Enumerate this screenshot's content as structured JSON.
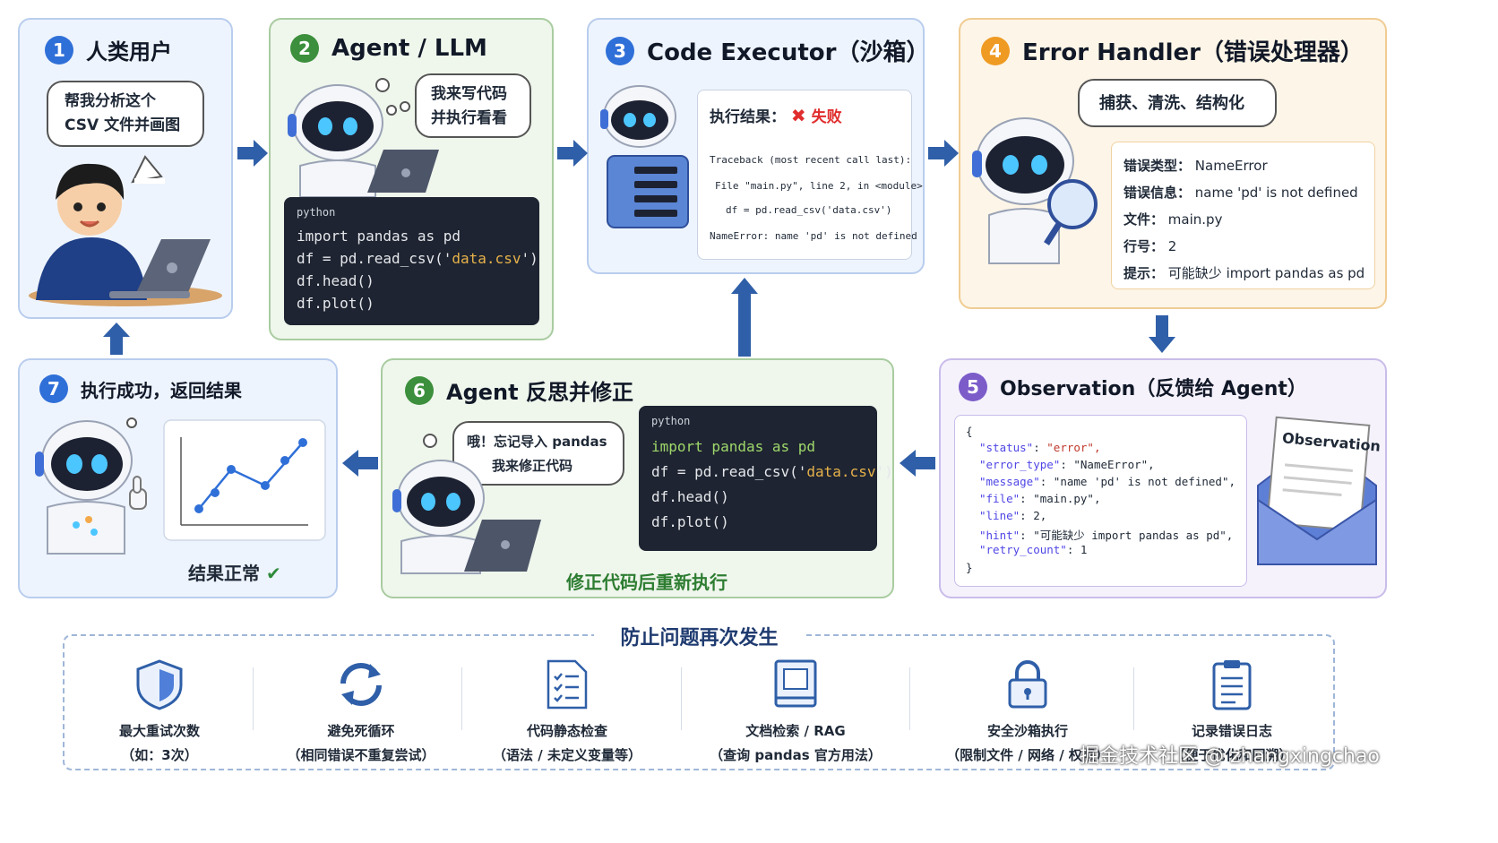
{
  "panels": {
    "p1": {
      "num": "1",
      "title": "人类用户",
      "bubble": [
        "帮我分析这个",
        "CSV 文件并画图"
      ]
    },
    "p2": {
      "num": "2",
      "title": "Agent / LLM",
      "bubble": [
        "我来写代码",
        "并执行看看"
      ],
      "code_lang": "python",
      "code": [
        "import pandas as pd",
        "df = pd.read_csv('data.csv')",
        "df.head()",
        "df.plot()"
      ]
    },
    "p3": {
      "num": "3",
      "title": "Code Executor（沙箱）",
      "result_label": "执行结果：",
      "result_icon": "cross-icon",
      "result_value": "失败",
      "traceback": [
        "Traceback (most recent call last):",
        "File \"main.py\", line 2, in <module>",
        "df = pd.read_csv('data.csv')",
        "NameError: name 'pd' is not defined"
      ]
    },
    "p4": {
      "num": "4",
      "title": "Error Handler（错误处理器）",
      "bubble": "捕获、清洗、结构化",
      "rows": [
        {
          "k": "错误类型：",
          "v": "NameError"
        },
        {
          "k": "错误信息：",
          "v": "name 'pd' is not defined"
        },
        {
          "k": "文件：",
          "v": "main.py"
        },
        {
          "k": "行号：",
          "v": "2"
        },
        {
          "k": "提示：",
          "v": "可能缺少 import pandas as pd"
        }
      ]
    },
    "p5": {
      "num": "5",
      "title": "Observation（反馈给 Agent）",
      "envelope_label": "Observation",
      "json_lines": [
        {
          "t": "{"
        },
        {
          "k": "\"status\"",
          "v": "\"error\","
        },
        {
          "k": "\"error_type\"",
          "v": "\"NameError\","
        },
        {
          "k": "\"message\"",
          "v": "\"name 'pd' is not defined\","
        },
        {
          "k": "\"file\"",
          "v": "\"main.py\","
        },
        {
          "k": "\"line\"",
          "v": "2,"
        },
        {
          "k": "\"hint\"",
          "v": "\"可能缺少 import pandas as pd\","
        },
        {
          "k": "\"retry_count\"",
          "v": "1"
        },
        {
          "t": "}"
        }
      ]
    },
    "p6": {
      "num": "6",
      "title": "Agent 反思并修正",
      "bubble": [
        "哦！忘记导入 pandas",
        "我来修正代码"
      ],
      "code_lang": "python",
      "code": [
        "import pandas as pd",
        "df = pd.read_csv('data.csv')",
        "df.head()",
        "df.plot()"
      ],
      "caption": "修正代码后重新执行"
    },
    "p7": {
      "num": "7",
      "title": "执行成功，返回结果",
      "caption": "结果正常",
      "caption_icon": "check-icon"
    }
  },
  "prevention": {
    "title": "防止问题再次发生",
    "items": [
      {
        "icon": "shield-icon",
        "l1": "最大重试次数",
        "l2": "（如：3次）"
      },
      {
        "icon": "refresh-icon",
        "l1": "避免死循环",
        "l2": "（相同错误不重复尝试）"
      },
      {
        "icon": "checklist-icon",
        "l1": "代码静态检查",
        "l2": "（语法 / 未定义变量等）"
      },
      {
        "icon": "book-icon",
        "l1": "文档检索 / RAG",
        "l2": "（查询 pandas 官方用法）"
      },
      {
        "icon": "lock-icon",
        "l1": "安全沙箱执行",
        "l2": "（限制文件 / 网络 / 权限）"
      },
      {
        "icon": "clipboard-icon",
        "l1": "记录错误日志",
        "l2": "（便于优化和回溯）"
      }
    ]
  },
  "watermark": "掘金技术社区 @ zhangxingchao",
  "colors": {
    "blue": "#2f6fd8",
    "green": "#3c8f3c",
    "orange": "#ef9a22",
    "purple": "#7b5cc9",
    "error": "#e02d2d"
  }
}
